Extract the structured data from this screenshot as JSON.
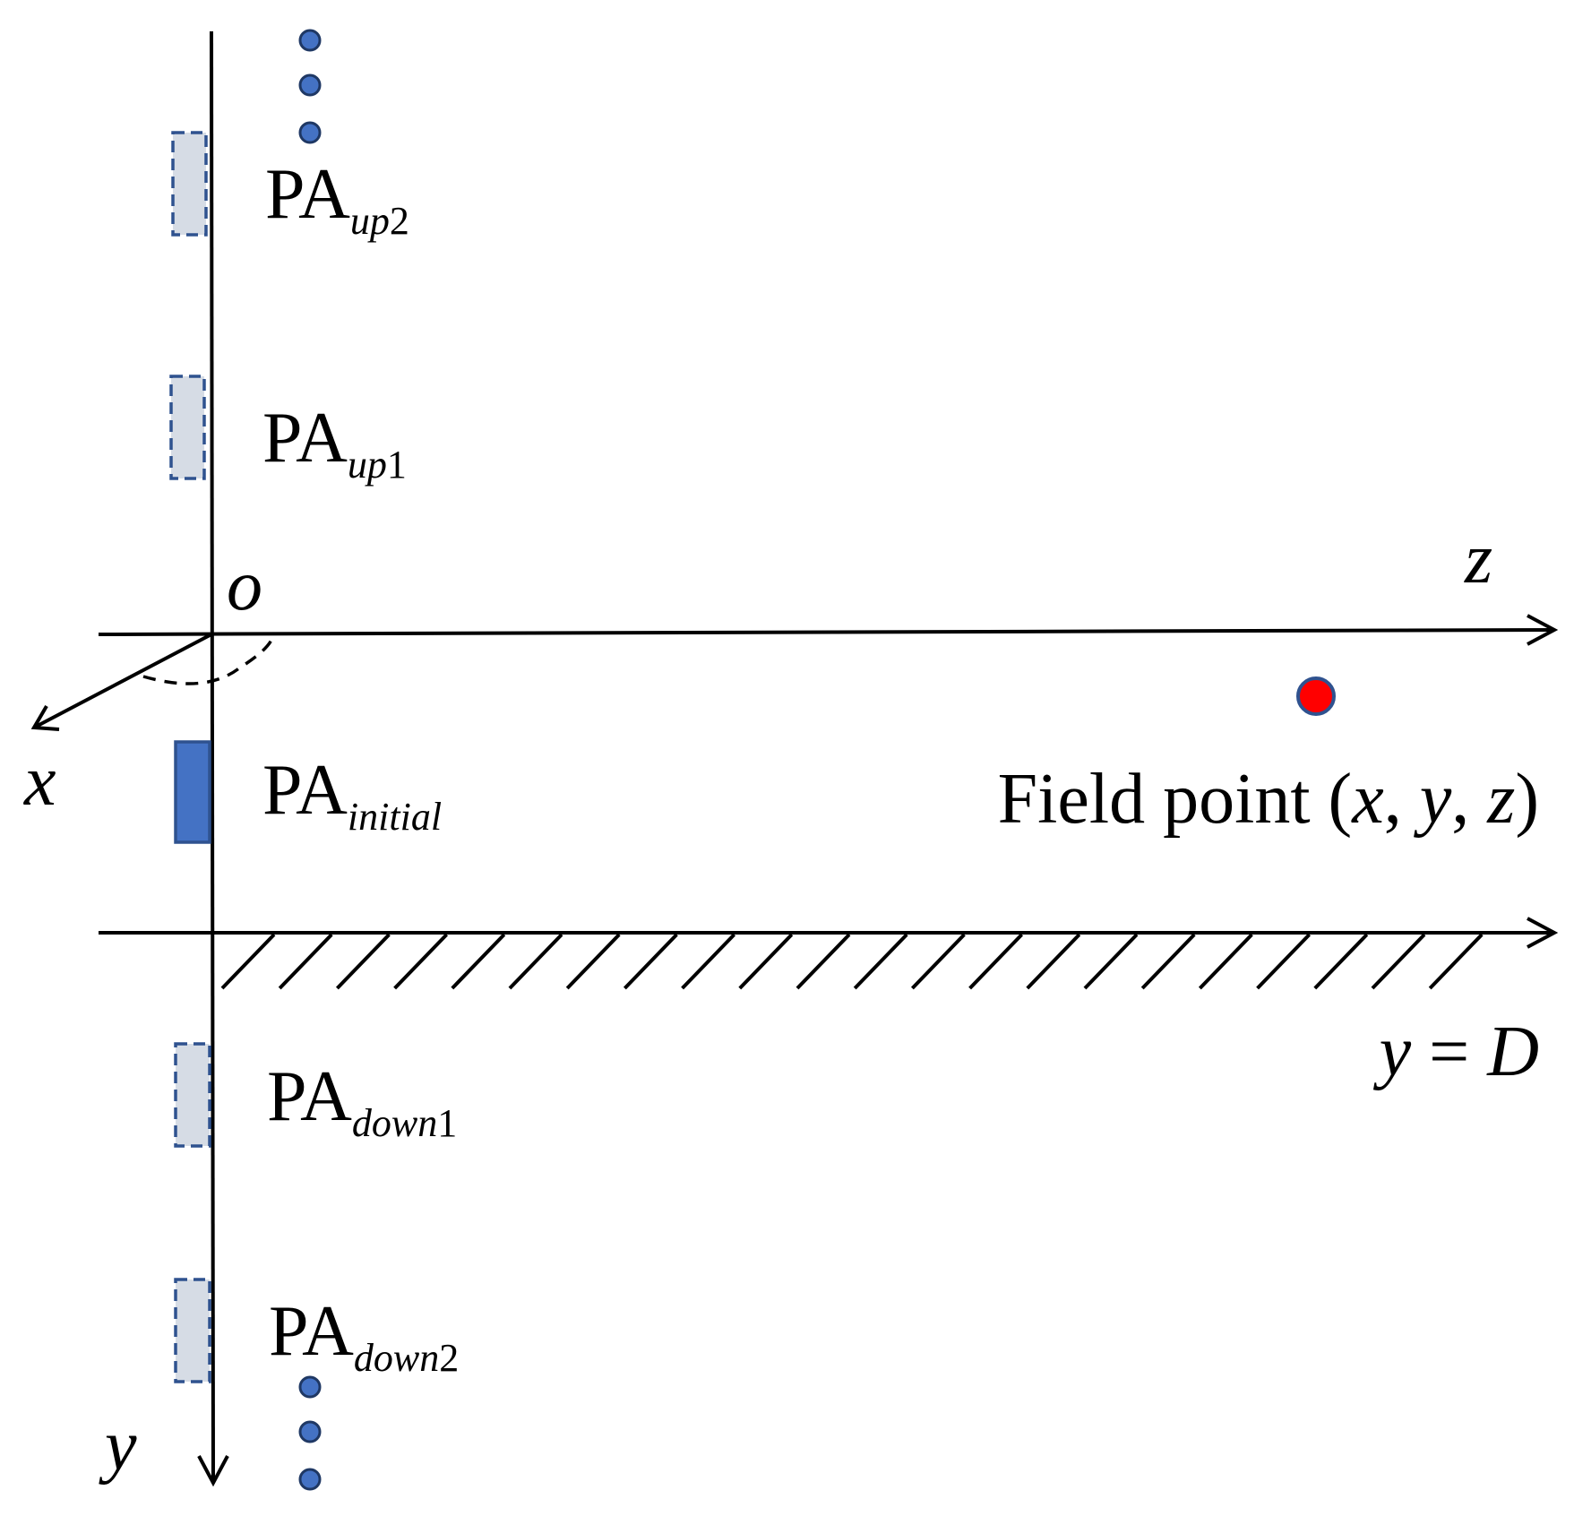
{
  "colors": {
    "line": "#000000",
    "active_antenna_fill": "#4472C4",
    "active_antenna_stroke": "#2F528F",
    "candidate_antenna_fill": "#D6DCE5",
    "candidate_antenna_stroke": "#2F528F",
    "dot_fill": "#4472C4",
    "dot_stroke": "#1F3864",
    "field_point_fill": "#FF0000",
    "field_point_stroke": "#2F528F"
  },
  "axes": {
    "origin": "o",
    "z": "z",
    "x": "x",
    "y": "y"
  },
  "boundary": {
    "label_var": "y",
    "label_eq": " = ",
    "label_const": "D"
  },
  "antennas": [
    {
      "id": "up2",
      "name": "PA",
      "sub_italic": "up",
      "sub_num": "2",
      "state": "candidate"
    },
    {
      "id": "up1",
      "name": "PA",
      "sub_italic": "up",
      "sub_num": "1",
      "state": "candidate"
    },
    {
      "id": "initial",
      "name": "PA",
      "sub_italic": "initial",
      "sub_num": "",
      "state": "active"
    },
    {
      "id": "down1",
      "name": "PA",
      "sub_italic": "down",
      "sub_num": "1",
      "state": "candidate"
    },
    {
      "id": "down2",
      "name": "PA",
      "sub_italic": "down",
      "sub_num": "2",
      "state": "candidate"
    }
  ],
  "field_point": {
    "text": "Field point ",
    "open": "(",
    "x": "x",
    "sep1": ", ",
    "y": "y",
    "sep2": ", ",
    "z": "z",
    "close": ")"
  }
}
